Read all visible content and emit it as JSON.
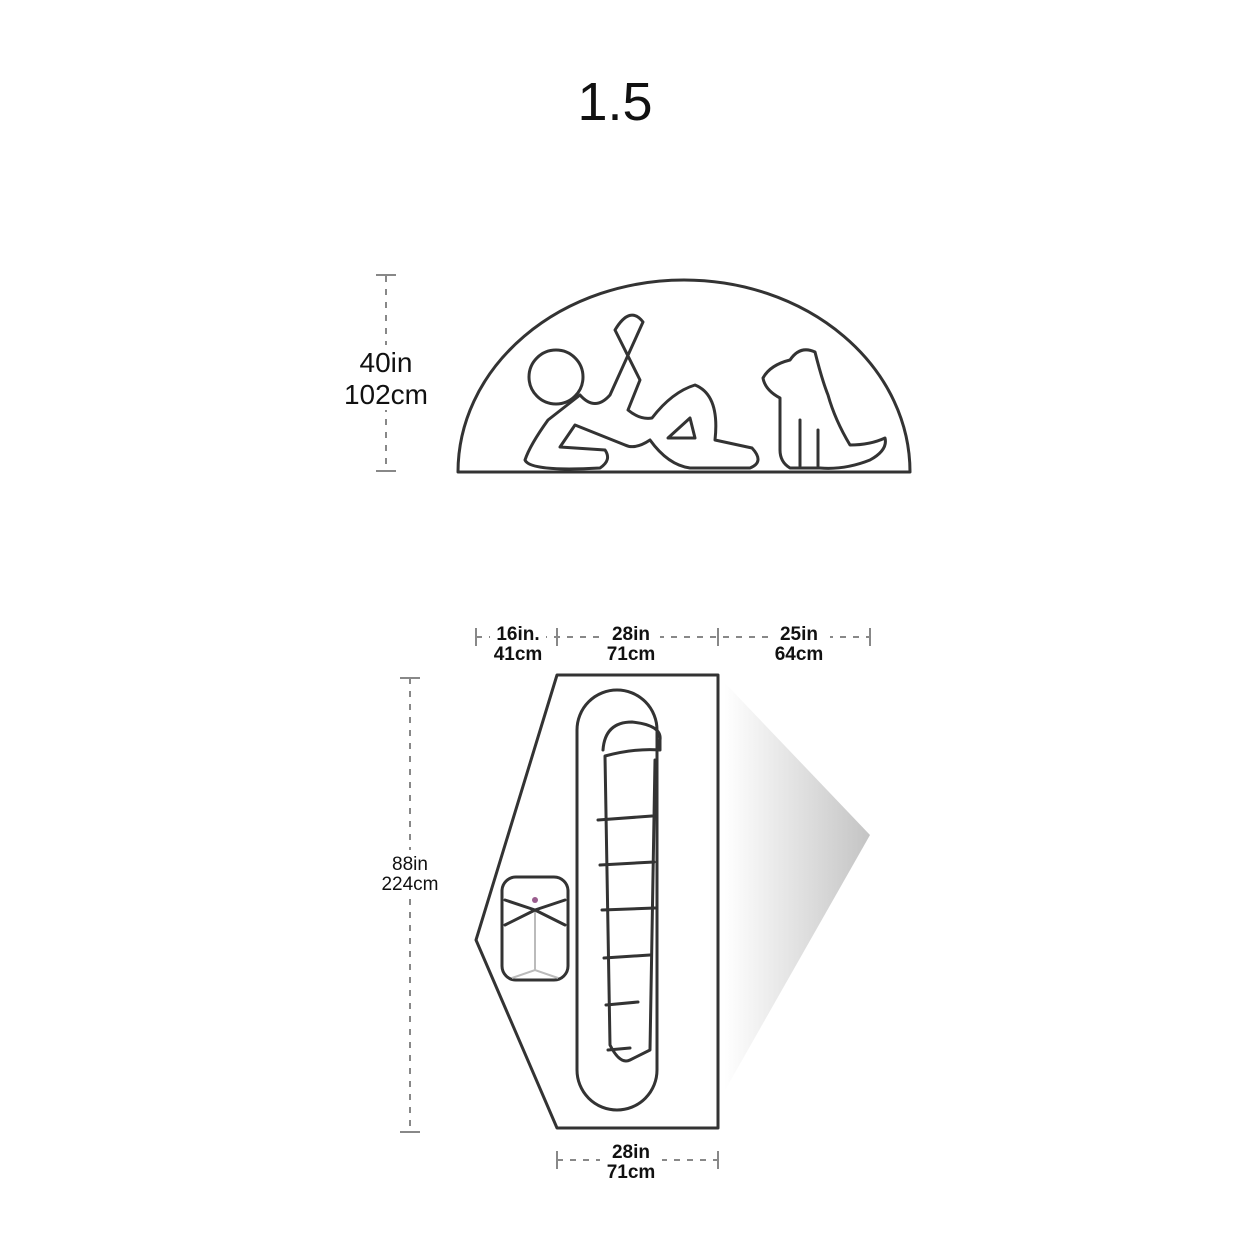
{
  "title": "1.5",
  "side_view": {
    "height_in": "40in",
    "height_cm": "102cm"
  },
  "floor_plan": {
    "top_dims": [
      {
        "in": "16in.",
        "cm": "41cm"
      },
      {
        "in": "28in",
        "cm": "71cm"
      },
      {
        "in": "25in",
        "cm": "64cm"
      }
    ],
    "length_in": "88in",
    "length_cm": "224cm",
    "bottom_width_in": "28in",
    "bottom_width_cm": "71cm"
  },
  "colors": {
    "outline": "#333333",
    "dimension": "#888888",
    "vestibule_gradient_end": "#c8c8c8"
  }
}
